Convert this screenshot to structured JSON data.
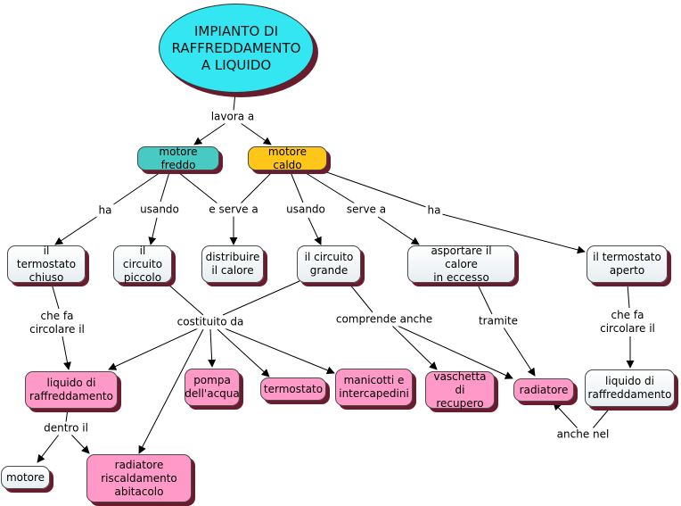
{
  "root": {
    "line1": "IMPIANTO DI",
    "line2": "RAFFREDDAMENTO",
    "line3": "A LIQUIDO"
  },
  "nodes": {
    "motore_freddo": "motore freddo",
    "motore_caldo": "motore caldo",
    "termostato_chiuso": {
      "line1": "il termostato",
      "line2": "chiuso"
    },
    "circuito_piccolo": {
      "line1": "il circuito",
      "line2": "piccolo"
    },
    "distribuire_calore": {
      "line1": "distribuire",
      "line2": "il calore"
    },
    "circuito_grande": {
      "line1": "il circuito",
      "line2": "grande"
    },
    "asportare_calore": {
      "line1": "asportare il calore",
      "line2": "in eccesso"
    },
    "termostato_aperto": {
      "line1": "il termostato",
      "line2": "aperto"
    },
    "liquido_left": {
      "line1": "liquido di",
      "line2": "raffreddamento"
    },
    "pompa": {
      "line1": "pompa",
      "line2": "dell'acqua"
    },
    "termostato": "termostato",
    "manicotti": {
      "line1": "manicotti e",
      "line2": "intercapedini"
    },
    "vaschetta": {
      "line1": "vaschetta",
      "line2": "di recupero"
    },
    "radiatore": "radiatore",
    "liquido_right": {
      "line1": "liquido di",
      "line2": "raffreddamento"
    },
    "motore": "motore",
    "radiatore_abitacolo": {
      "line1": "radiatore",
      "line2": "riscaldamento",
      "line3": "abitacolo"
    }
  },
  "links": {
    "lavora_a": "lavora a",
    "ha_left": "ha",
    "usando_left": "usando",
    "e_serve_a": "e serve a",
    "usando_right": "usando",
    "serve_a": "serve a",
    "ha_right": "ha",
    "che_fa_left": {
      "line1": "che fa",
      "line2": "circolare il"
    },
    "costituito_da": "costituito da",
    "comprende_anche": "comprende anche",
    "tramite": "tramite",
    "che_fa_right": {
      "line1": "che fa",
      "line2": "circolare il"
    },
    "dentro_il": "dentro il",
    "anche_nel": "anche nel"
  },
  "colors": {
    "root": "#33e6f2",
    "motore_freddo": "#48c9c2",
    "motore_caldo": "#ffc61a",
    "pink": "#ff99c8",
    "plain": "#e7eef1",
    "shadow": "#6b1b2e"
  }
}
